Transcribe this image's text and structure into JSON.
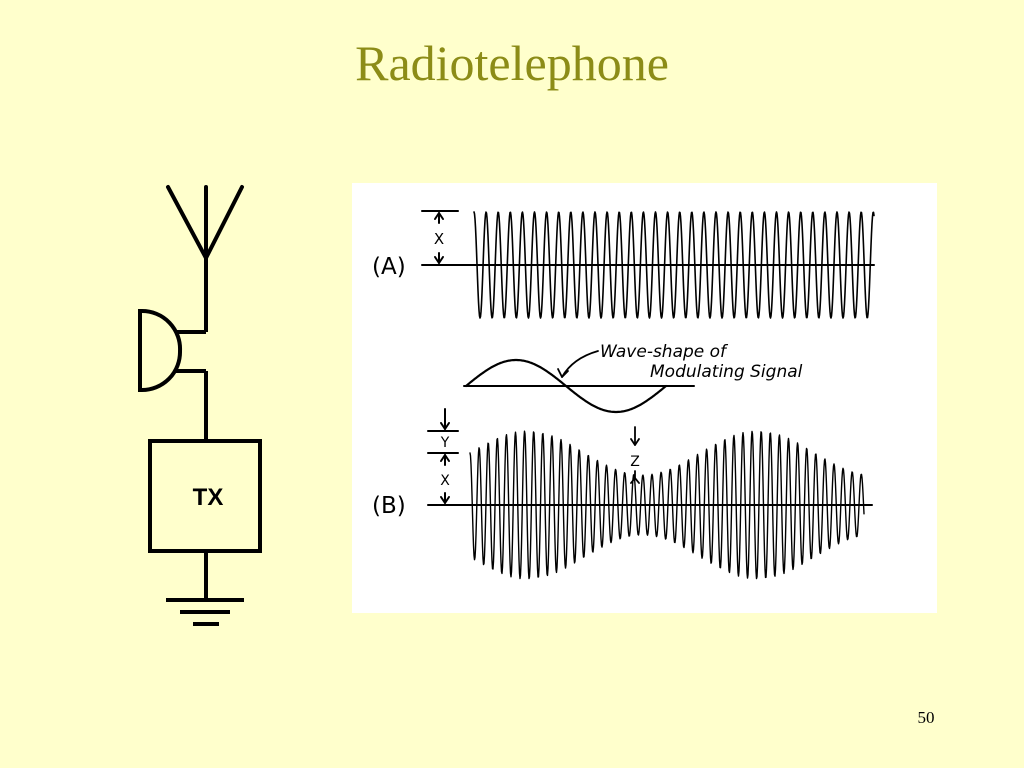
{
  "slide": {
    "title": "Radiotelephone",
    "number": "50"
  },
  "schematic": {
    "transmitter_label": "TX",
    "icons": [
      "antenna-icon",
      "microphone-icon",
      "ground-icon"
    ]
  },
  "figure": {
    "panel_a_label": "(A)",
    "panel_b_label": "(B)",
    "dimension_x": "X",
    "dimension_y": "Y",
    "dimension_z": "Z",
    "annotation_line1": "Wave-shape of",
    "annotation_line2": "Modulating Signal"
  },
  "colors": {
    "background": "#ffffcc",
    "title": "#8c8c17",
    "figure_background": "#ffffff",
    "ink": "#000000"
  }
}
